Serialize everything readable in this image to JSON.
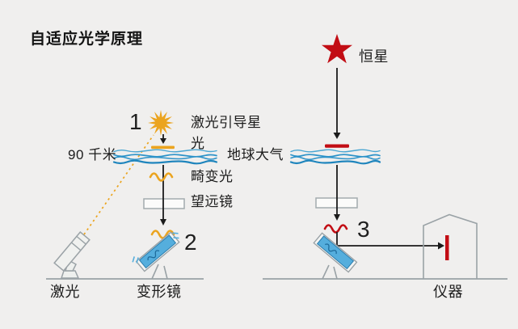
{
  "title": "自适应光学原理",
  "colors": {
    "background": "#f0efee",
    "text": "#1c1c1c",
    "laser_orange": "#eba41f",
    "atmosphere_blue": "#2d93c9",
    "star_red": "#c20d14",
    "mirror_blue": "#55aedd",
    "structure_gray": "#9aa2a6",
    "line_black": "#1b1b1b"
  },
  "left_diagram": {
    "step_1": "1",
    "step_2": "2",
    "labels": {
      "laser_guide_star": "激光引导星",
      "light": "光",
      "altitude": "90 千米",
      "earth_atmosphere": "地球大气",
      "distorted_light": "畸变光",
      "telescope": "望远镜",
      "laser": "激光",
      "deformable_mirror": "变形镜"
    }
  },
  "right_diagram": {
    "step_3": "3",
    "labels": {
      "star": "恒星",
      "instrument": "仪器"
    }
  }
}
